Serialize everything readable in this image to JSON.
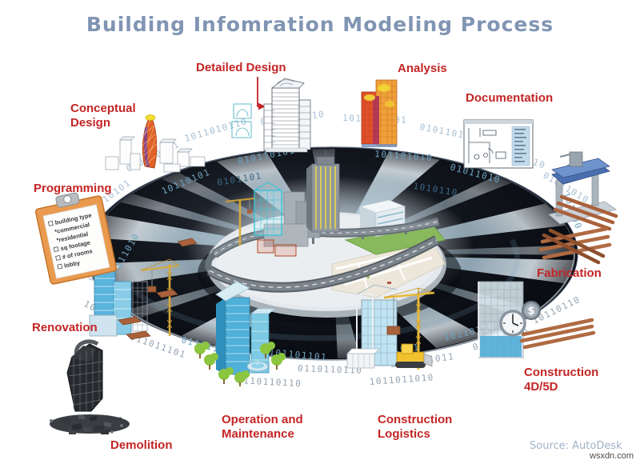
{
  "title": "Building Infomration Modeling Process",
  "stages": {
    "conceptual": "Conceptual\nDesign",
    "detailed": "Detailed Design",
    "analysis": "Analysis",
    "documentation": "Documentation",
    "programming": "Programming",
    "fabrication": "Fabrication",
    "construction4d": "Construction\n4D/5D",
    "logistics": "Construction\nLogistics",
    "operation": "Operation and\nMaintenance",
    "renovation": "Renovation",
    "demolition": "Demolition"
  },
  "programming_checklist": [
    "☐ building type",
    "*commercial",
    "*residential",
    "☐ sq footage",
    "☐ # of rooms",
    "☐ lobby"
  ],
  "source": "Source: AutoDesk",
  "watermark": "wsxdn.com",
  "icons": {
    "dollar": "$",
    "clock": "clock-face"
  },
  "colors": {
    "label_red": "#c42525",
    "title_blue": "#8095b3",
    "binary_light": "#a7bfd3",
    "binary_teal": "#6fa3bf",
    "binary_gray": "#96a4b2",
    "binary_dark": "#3c6886",
    "disc_dark": "#0b0e14",
    "ray_blue": "#bfe0f2",
    "source_gray": "#9fb2c6"
  },
  "binary": {
    "strands": [
      "10110101",
      "010110101",
      "1011010110",
      "0101101010",
      "1011010101",
      "0101101010",
      "101011010",
      "01011010",
      "10110101",
      "010110101",
      "101101010",
      "01011010",
      "10110111",
      "011011101",
      "1011011101",
      "0110110110",
      "1011011011",
      "011011010",
      "10110110",
      "01101110",
      "101101101",
      "011011011",
      "10110110",
      "0110110110",
      "1011011010",
      "0101101",
      "1010110",
      "010110",
      "101100",
      "011010"
    ]
  }
}
